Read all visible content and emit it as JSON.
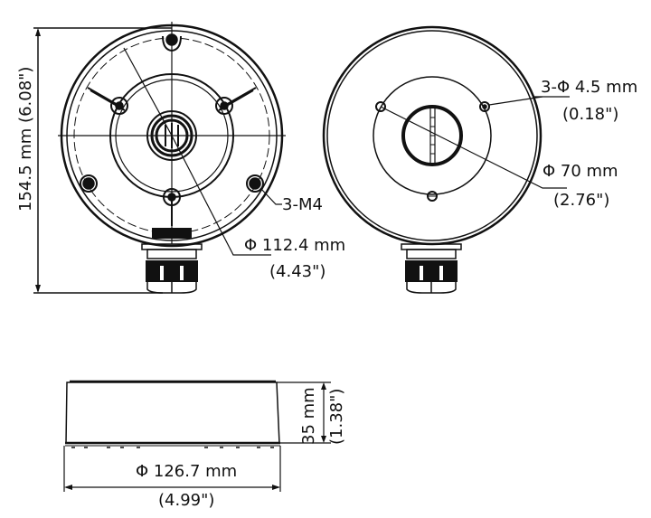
{
  "front_view": {
    "height_label": "154.5 mm (6.08\")",
    "screw_label": "3-M4",
    "diameter_label_mm": "Φ 112.4 mm",
    "diameter_label_in": "(4.43\")"
  },
  "back_view": {
    "hole_label_mm": "3-Φ 4.5 mm",
    "hole_label_in": "(0.18\")",
    "diameter_label_mm": "Φ 70 mm",
    "diameter_label_in": "(2.76\")"
  },
  "side_view": {
    "height_label_mm": "35 mm",
    "height_label_in": "(1.38\")",
    "width_label_mm": "Φ 126.7 mm",
    "width_label_in": "(4.99\")"
  },
  "colors": {
    "line": "#111111",
    "background": "#ffffff"
  }
}
